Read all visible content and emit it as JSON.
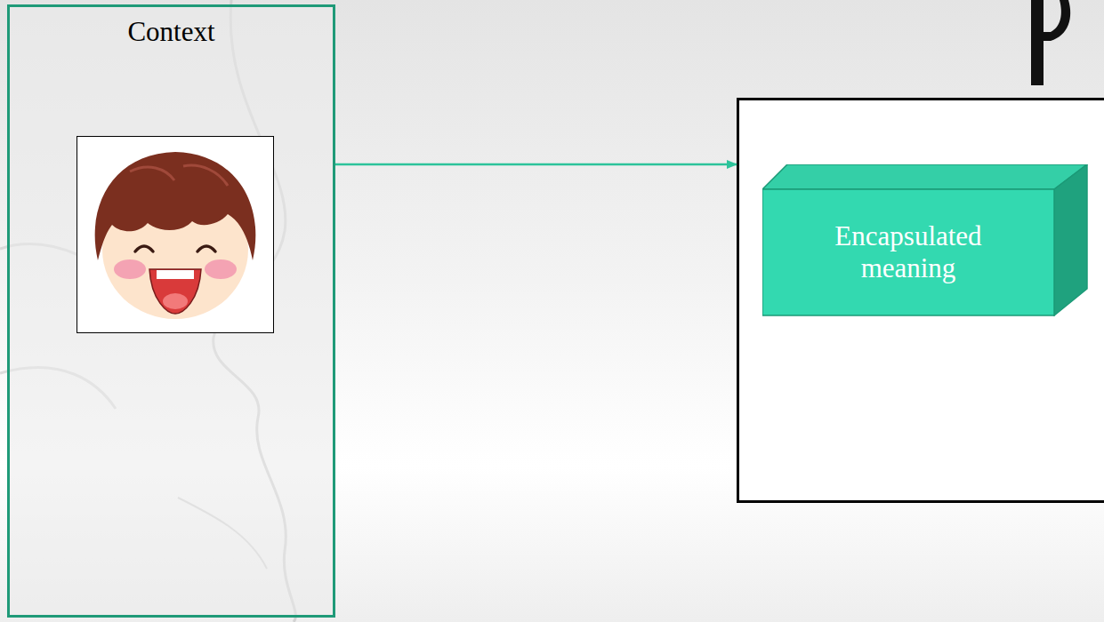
{
  "diagram": {
    "nodes": [
      {
        "text": [
          "Context"
        ]
      },
      {
        "text": []
      },
      {
        "text": [
          "Encapsulated meaning"
        ],
        "in": 1
      }
    ],
    "edges": [
      {
        "from": 0,
        "to": 1,
        "arrow": "to"
      }
    ]
  }
}
